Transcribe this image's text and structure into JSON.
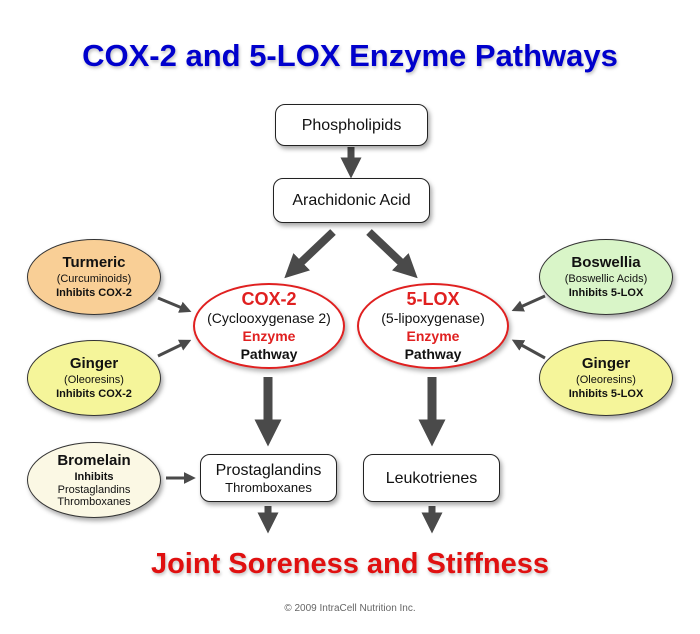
{
  "title": "COX-2 and 5-LOX Enzyme Pathways",
  "outcome": "Joint Soreness and Stiffness",
  "copyright": "© 2009 IntraCell Nutrition Inc.",
  "colors": {
    "title": "#0000cc",
    "outcome": "#e01010",
    "enzyme": "#e02020"
  },
  "nodes": {
    "phospholipids": "Phospholipids",
    "arachidonic_acid": "Arachidonic Acid",
    "prostaglandins": {
      "line1": "Prostaglandins",
      "line2": "Thromboxanes"
    },
    "leukotrienes": "Leukotrienes"
  },
  "enzymes": {
    "cox2": {
      "name": "COX-2",
      "full": "(Cyclooxygenase 2)",
      "label1": "Enzyme",
      "label2": "Pathway"
    },
    "lox5": {
      "name": "5-LOX",
      "full": "(5-lipoxygenase)",
      "label1": "Enzyme",
      "label2": "Pathway"
    }
  },
  "herbs": {
    "turmeric": {
      "name": "Turmeric",
      "sub": "(Curcuminoids)",
      "effect": "Inhibits COX-2",
      "color": "#f9cf96"
    },
    "ginger_left": {
      "name": "Ginger",
      "sub": "(Oleoresins)",
      "effect": "Inhibits COX-2",
      "color": "#f5f59a"
    },
    "bromelain": {
      "name": "Bromelain",
      "effect": "Inhibits",
      "line1": "Prostaglandins",
      "line2": "Thromboxanes",
      "color": "#fbf8e4"
    },
    "boswellia": {
      "name": "Boswellia",
      "sub": "(Boswellic Acids)",
      "effect": "Inhibits 5-LOX",
      "color": "#d9f5c8"
    },
    "ginger_right": {
      "name": "Ginger",
      "sub": "(Oleoresins)",
      "effect": "Inhibits 5-LOX",
      "color": "#f5f59a"
    }
  }
}
